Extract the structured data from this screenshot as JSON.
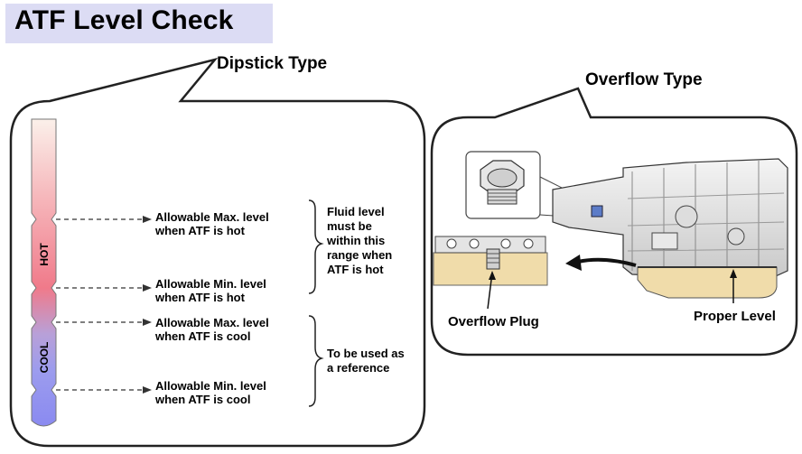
{
  "title": "ATF Level Check",
  "dipstick": {
    "heading": "Dipstick Type",
    "gauge_hot": "HOT",
    "gauge_cool": "COOL",
    "labels": {
      "hot_max": [
        "Allowable Max. level",
        "when ATF is hot"
      ],
      "hot_min": [
        "Allowable Min. level",
        "when ATF is hot"
      ],
      "cool_max": [
        "Allowable Max. level",
        "when ATF is cool"
      ],
      "cool_min": [
        "Allowable Min. level",
        "when ATF is cool"
      ]
    },
    "hot_note": [
      "Fluid level",
      "must be",
      "within this",
      "range when",
      "ATF is hot"
    ],
    "cool_note": [
      "To be used as",
      "a reference"
    ]
  },
  "overflow": {
    "heading": "Overflow Type",
    "plug_label": "Overflow Plug",
    "level_label": "Proper Level"
  },
  "colors": {
    "title_bg": "#dcdcf4",
    "hot": "#f07a8a",
    "cool": "#8a8af0",
    "oil": "#f0dcaa"
  }
}
